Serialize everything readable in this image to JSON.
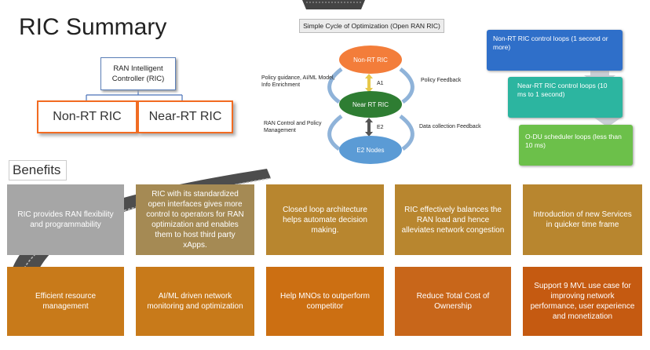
{
  "title": "RIC Summary",
  "hierarchy": {
    "root": "RAN Intelligent Controller (RIC)",
    "children": [
      "Non-RT RIC",
      "Near-RT RIC"
    ]
  },
  "cycle": {
    "title": "Simple Cycle of Optimization (Open RAN RIC)",
    "nodes": [
      "Non-RT RIC",
      "Near RT RIC",
      "E2 Nodes"
    ],
    "interfaces": [
      "A1",
      "E2"
    ],
    "labels": {
      "policy_guidance": "Policy guidance, AI/ML Model, Info Enrichment",
      "policy_feedback": "Policy Feedback",
      "ran_control": "RAN Control and Policy Management",
      "data_collection": "Data collection Feedback"
    }
  },
  "loops": [
    "Non-RT RIC control loops (1 second or more)",
    "Near-RT RIC control loops (10 ms to 1 second)",
    "O-DU scheduler loops (less than 10 ms)"
  ],
  "benefits_label": "Benefits",
  "benefits_row1": [
    "RIC provides RAN flexibility and programmability",
    "RIC with its standardized open interfaces gives more control to operators for RAN optimization and enables them to host third party xApps.",
    "Closed loop architecture helps automate decision making.",
    "RIC effectively balances the RAN load and hence alleviates network congestion",
    "Introduction of new Services in quicker time frame"
  ],
  "benefits_row2": [
    "Efficient resource management",
    "AI/ML driven network monitoring and optimization",
    "Help MNOs to outperform competitor",
    "Reduce Total Cost of Ownership",
    "Support 9 MVL use case for improving network performance, user experience and monetization"
  ],
  "colors": {
    "orange": "#f26b21",
    "blue": "#4472c4",
    "green": "#2e8b3a",
    "loop_blue": "#2f6fc9",
    "loop_teal": "#2cb5a0",
    "loop_green": "#6cc04a",
    "card_gray": "#a6a6a6",
    "card_khaki": "#a58a54",
    "card_gold": "#b8862f",
    "card_amber": "#c87a1a",
    "card_orange": "#cc6f12",
    "card_rust": "#c55a11"
  }
}
